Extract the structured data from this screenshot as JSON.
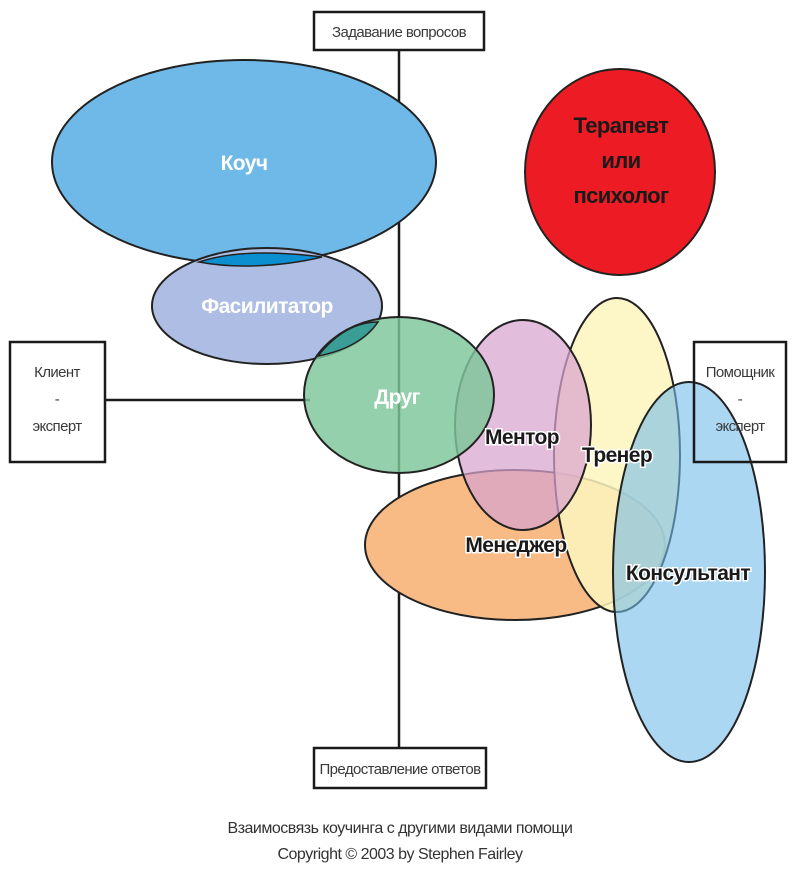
{
  "axes": {
    "top": "Задавание вопросов",
    "bottom": "Предоставление ответов",
    "left": [
      "Клиент",
      "-",
      "эксперт"
    ],
    "right": [
      "Помощник",
      "-",
      "эксперт"
    ]
  },
  "roles": {
    "coach": {
      "label": "Коуч",
      "color": "#6fb9e8"
    },
    "facilitator": {
      "label": "Фасилитатор",
      "color": "#aebde3"
    },
    "therapist": {
      "label": [
        "Терапевт",
        "или",
        "психолог"
      ],
      "color": "#ed1c24"
    },
    "friend": {
      "label": "Друг",
      "color": "#7dc699"
    },
    "mentor": {
      "label": "Ментор",
      "color": "#d8a3cf"
    },
    "trainer": {
      "label": "Тренер",
      "color": "#fdf5bd"
    },
    "manager": {
      "label": "Менеджер",
      "color": "#f8bb85"
    },
    "consultant": {
      "label": "Консультант",
      "color": "#73bde9"
    }
  },
  "caption": {
    "line1": "Взаимосвязь коучинга с другими видами помощи",
    "line2": "Copyright © 2003 by Stephen Fairley"
  }
}
